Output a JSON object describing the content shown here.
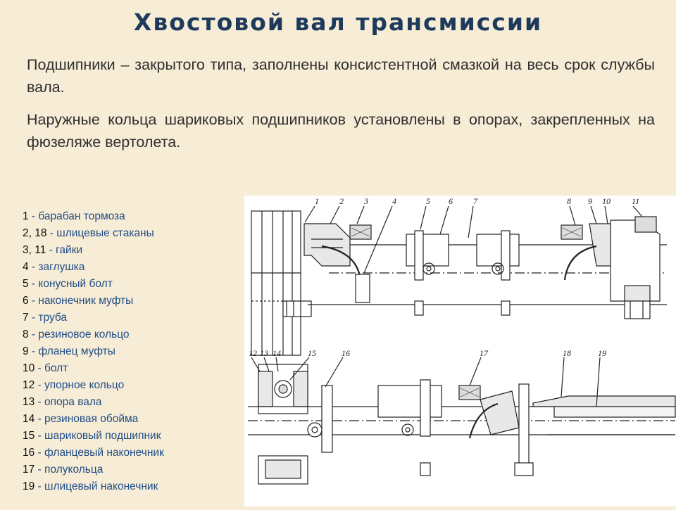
{
  "title": "Хвостовой вал трансмиссии",
  "paragraphs": [
    "Подшипники – закрытого типа, заполнены консистентной смазкой на весь срок службы вала.",
    "Наружные кольца шариковых подшипников установлены в опорах, закрепленных на фюзеляже вертолета."
  ],
  "legend": [
    {
      "num": "1",
      "text": "- барабан тормоза"
    },
    {
      "num": "2, 18",
      "text": "- шлицевые стаканы"
    },
    {
      "num": "3, 11",
      "text": "- гайки"
    },
    {
      "num": "4",
      "text": "- заглушка"
    },
    {
      "num": "5",
      "text": "- конусный болт"
    },
    {
      "num": "6",
      "text": "- наконечник муфты"
    },
    {
      "num": "7",
      "text": "- труба"
    },
    {
      "num": "8",
      "text": "- резиновое кольцо"
    },
    {
      "num": "9",
      "text": "- фланец муфты"
    },
    {
      "num": "10",
      "text": "- болт"
    },
    {
      "num": "12",
      "text": "- упорное кольцо"
    },
    {
      "num": "13",
      "text": "- опора вала"
    },
    {
      "num": "14",
      "text": "- резиновая обойма"
    },
    {
      "num": "15",
      "text": "- шариковый подшипник"
    },
    {
      "num": "16",
      "text": "- фланцевый наконечник"
    },
    {
      "num": "17",
      "text": "- полукольца"
    },
    {
      "num": "19",
      "text": "- шлицевый наконечник"
    }
  ],
  "drawing": {
    "callouts_top": [
      "1",
      "2",
      "3",
      "4",
      "5",
      "6",
      "7",
      "8",
      "9",
      "10",
      "11"
    ],
    "callouts_bottom": [
      "12",
      "13",
      "14",
      "15",
      "16",
      "17",
      "18",
      "19"
    ]
  },
  "colors": {
    "title": "#1d3a5c",
    "legend_text": "#1f4d86",
    "background": "#f7ecd6"
  }
}
